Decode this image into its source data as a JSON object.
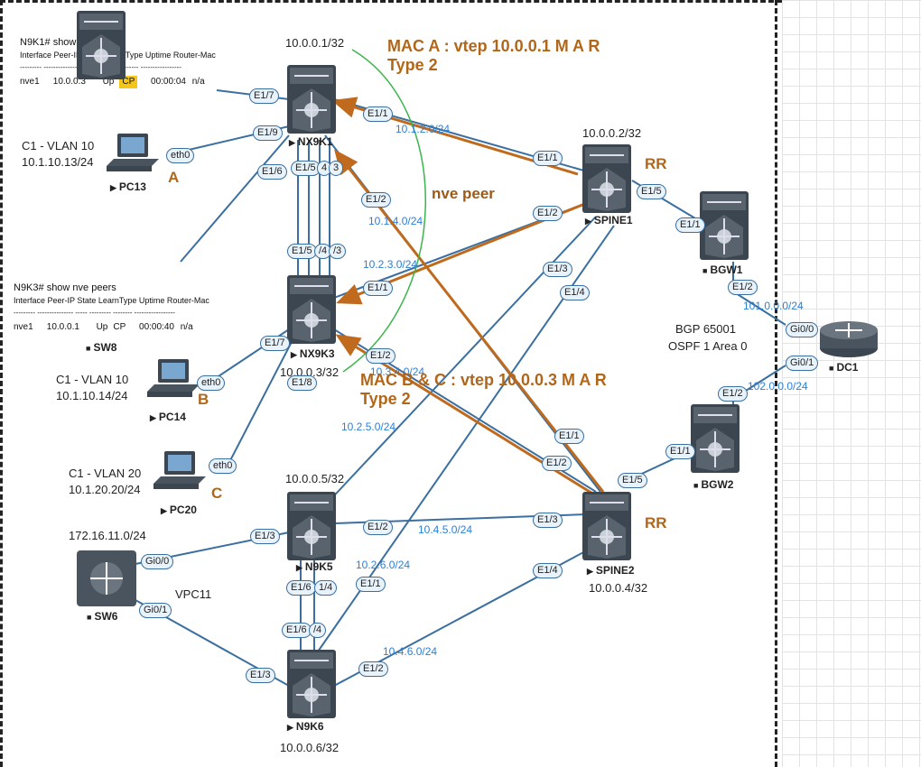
{
  "console_nx9k1": {
    "title": "N9K1# show nve peers",
    "header": "Interface Peer-IP        State LearnType Uptime   Router-Mac",
    "divider": "--------- ---------------  ----- --------- -------- -----------------",
    "row": {
      "iface": "nve1",
      "peer": "10.0.0.3",
      "state": "Up",
      "learn": "CP",
      "uptime": "00:00:04",
      "rmac": "n/a"
    }
  },
  "console_nx9k3": {
    "title": "N9K3# show nve peers",
    "header": "Interface Peer-IP        State LearnType Uptime   Router-Mac",
    "divider": "--------- ---------------  ----- --------- -------- -----------------",
    "row": {
      "iface": "nve1",
      "peer": "10.0.0.1",
      "state": "Up",
      "learn": "CP",
      "uptime": "00:00:40",
      "rmac": "n/a"
    }
  },
  "annotations": {
    "mac_a_line1": "MAC A : vtep 10.0.0.1  M A R",
    "mac_a_line2": "Type 2",
    "mac_bc_line1": "MAC B & C : vtep 10.0.0.3  M A R",
    "mac_bc_line2": "Type 2",
    "nve_peer": "nve peer",
    "rr1": "RR",
    "rr2": "RR",
    "letter_a": "A",
    "letter_b": "B",
    "letter_c": "C"
  },
  "nodes": {
    "nx9k1": {
      "name": "NX9K1",
      "addr": "10.0.0.1/32"
    },
    "nx9k3": {
      "name": "NX9K3",
      "addr": "10.0.0.3/32"
    },
    "spine1": {
      "name": "SPINE1",
      "addr": "10.0.0.2/32"
    },
    "spine2": {
      "name": "SPINE2",
      "addr": "10.0.0.4/32"
    },
    "n9k5": {
      "name": "N9K5",
      "addr": "10.0.0.5/32"
    },
    "n9k6": {
      "name": "N9K6",
      "addr": "10.0.0.6/32"
    },
    "bgw1": {
      "name": "BGW1"
    },
    "bgw2": {
      "name": "BGW2"
    },
    "dc1": {
      "name": "DC1"
    },
    "sw6": {
      "name": "SW6"
    },
    "sw8": {
      "name": "SW8"
    },
    "pc13": {
      "name": "PC13",
      "vlan": "C1 - VLAN 10",
      "ip": "10.1.10.13/24"
    },
    "pc14": {
      "name": "PC14",
      "vlan": "C1 - VLAN 10",
      "ip": "10.1.10.14/24"
    },
    "pc20": {
      "name": "PC20",
      "vlan": "C1 - VLAN 20",
      "ip": "10.1.20.20/24"
    }
  },
  "networks": {
    "n1": "10.1.2.0/24",
    "n2": "10.1.4.0/24",
    "n3": "10.2.3.0/24",
    "n4": "10.3.4.0/24",
    "n5": "10.2.5.0/24",
    "n6": "10.4.5.0/24",
    "n7": "10.2.6.0/24",
    "n8": "10.4.6.0/24",
    "n9": "101.0.0.0/24",
    "n10": "102.0.0.0/24",
    "n11": "172.16.11.0/24"
  },
  "texts": {
    "bgp": "BGP 65001",
    "ospf": "OSPF 1 Area 0",
    "vpc": "VPC11"
  },
  "ports": {
    "p1": "E1/7",
    "p2": "E1/9",
    "p3": "E1/6",
    "p4": "E1/1",
    "p5": "E1/2",
    "p6": "E1/5",
    "p7": "4",
    "p8": "3",
    "p9": "E1/5",
    "p10": "/4",
    "p11": "/3",
    "p12": "E1/1",
    "p13": "E1/7",
    "p14": "E1/8",
    "p15": "E1/2",
    "p16": "E1/1",
    "p17": "E1/2",
    "p18": "E1/5",
    "p19": "E1/3",
    "p20": "E1/4",
    "p21": "E1/1",
    "p22": "E1/2",
    "p23": "Gi0/0",
    "p24": "Gi0/1",
    "p25": "E1/2",
    "p26": "E1/1",
    "p27": "E1/1",
    "p28": "E1/2",
    "p29": "E1/5",
    "p30": "E1/3",
    "p31": "E1/4",
    "p32": "E1/3",
    "p33": "E1/2",
    "p34": "Gi0/0",
    "p35": "Gi0/1",
    "p36": "E1/6",
    "p37": "1/4",
    "p38": "E1/1",
    "p39": "E1/6",
    "p40": "/4",
    "p41": "E1/3",
    "p42": "E1/2",
    "p43": "eth0",
    "p44": "eth0",
    "p45": "eth0"
  }
}
